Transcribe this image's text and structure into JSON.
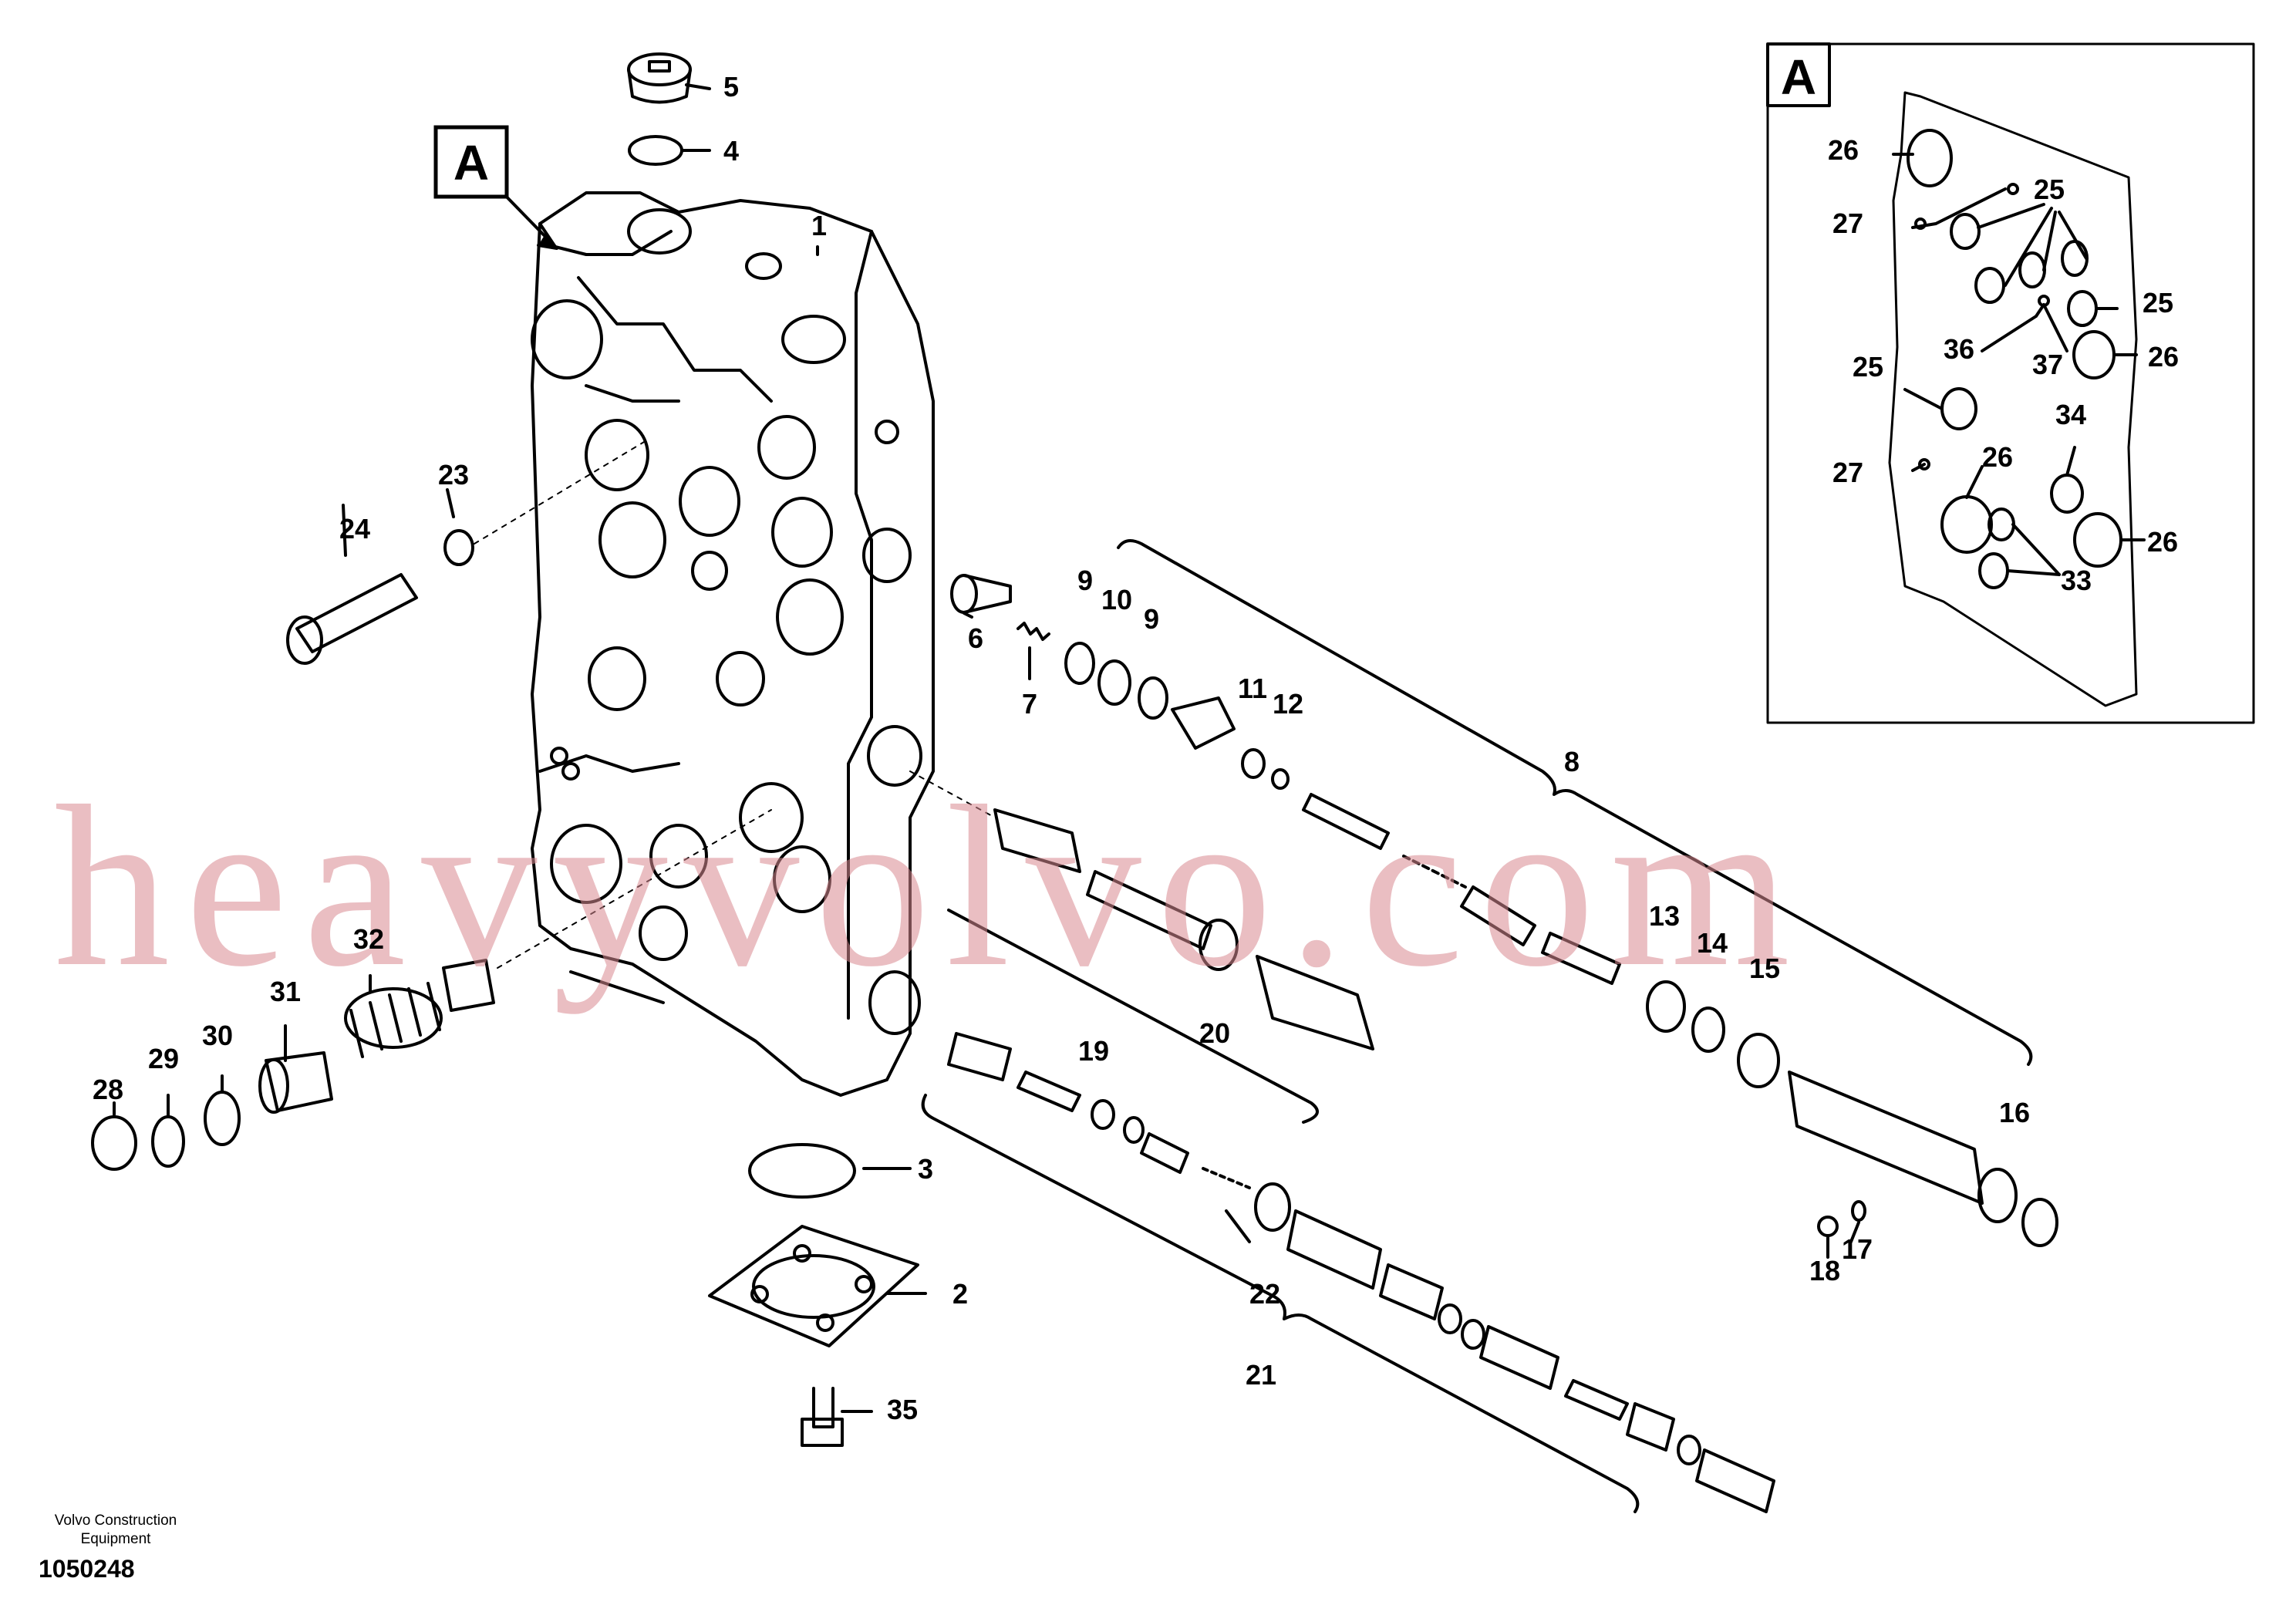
{
  "diagram": {
    "detail_tag": "A",
    "detail_inset_tag": "A",
    "watermark": "heavyvolvo.com",
    "footer": {
      "company_line1": "Volvo Construction",
      "company_line2": "Equipment",
      "drawing_number": "1050248"
    },
    "callouts": {
      "c1": "1",
      "c2": "2",
      "c3": "3",
      "c4": "4",
      "c5": "5",
      "c6": "6",
      "c7": "7",
      "c8": "8",
      "c9a": "9",
      "c9b": "9",
      "c10": "10",
      "c11": "11",
      "c12": "12",
      "c13": "13",
      "c14": "14",
      "c15": "15",
      "c16": "16",
      "c17": "17",
      "c18": "18",
      "c19": "19",
      "c20": "20",
      "c21": "21",
      "c22": "22",
      "c23": "23",
      "c24": "24",
      "c28": "28",
      "c29": "29",
      "c30": "30",
      "c31": "31",
      "c32": "32",
      "c35": "35"
    },
    "inset_callouts": {
      "i25a": "25",
      "i25b": "25",
      "i25c": "25",
      "i26a": "26",
      "i26b": "26",
      "i26c": "26",
      "i26d": "26",
      "i27a": "27",
      "i27b": "27",
      "i33": "33",
      "i34": "34",
      "i36": "36",
      "i37": "37"
    }
  }
}
